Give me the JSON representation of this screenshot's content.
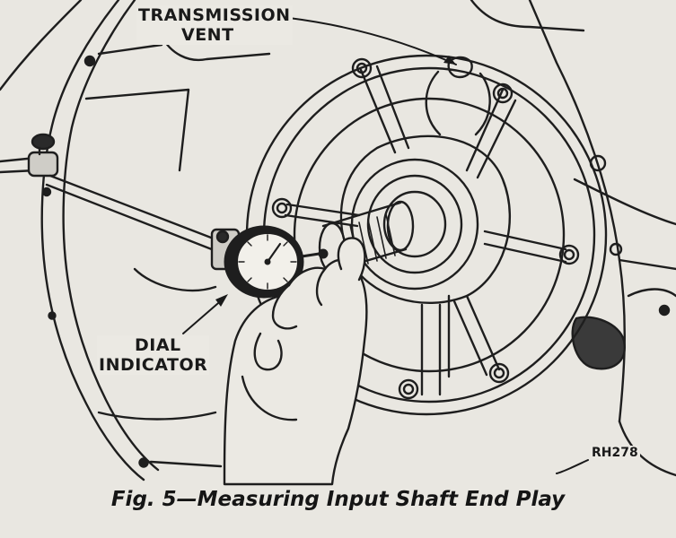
{
  "labels": {
    "transmission_vent_line1": "TRANSMISSION",
    "transmission_vent_line2": "VENT",
    "dial_indicator_line1": "DIAL",
    "dial_indicator_line2": "INDICATOR"
  },
  "figure_code": "RH278",
  "caption": "Fig. 5—Measuring Input Shaft End Play",
  "colors": {
    "paper": "#e4e2dc",
    "ink": "#1a1a1a"
  }
}
